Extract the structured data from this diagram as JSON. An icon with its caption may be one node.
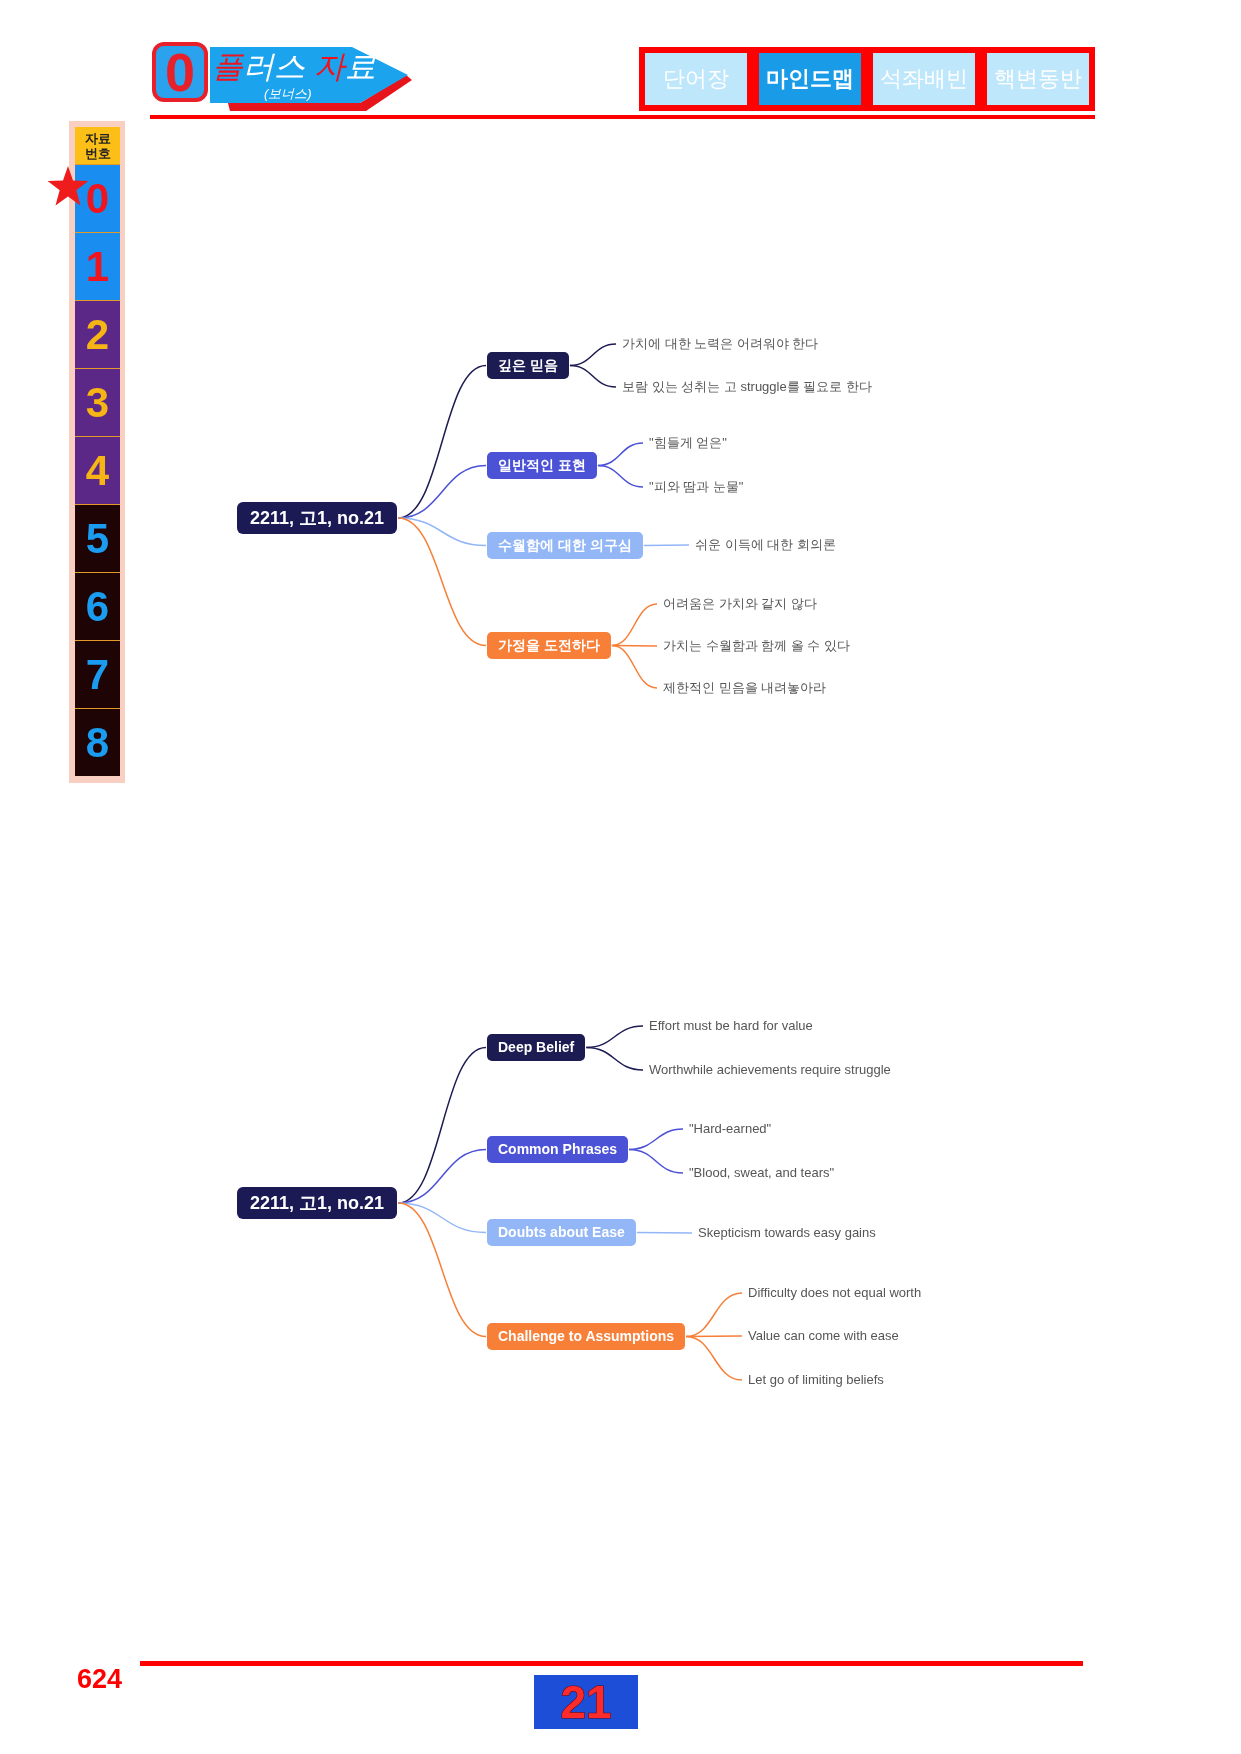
{
  "diagram": {
    "nodes": [
      {
        "text": [
          "0"
        ]
      },
      {
        "text": [
          "플러스 자료",
          "(보너스)"
        ]
      },
      {
        "text": [
          "단어장"
        ]
      },
      {
        "text": [
          "마인드맵"
        ]
      },
      {
        "text": [
          "석좌배빈"
        ]
      },
      {
        "text": [
          "핵변동반"
        ]
      },
      {
        "text": [
          "자료 번호"
        ]
      },
      {
        "text": [
          "0"
        ]
      },
      {
        "text": [
          "1"
        ]
      },
      {
        "text": [
          "2"
        ]
      },
      {
        "text": [
          "3"
        ]
      },
      {
        "text": [
          "4"
        ]
      },
      {
        "text": [
          "5"
        ]
      },
      {
        "text": [
          "6"
        ]
      },
      {
        "text": [
          "7"
        ]
      },
      {
        "text": [
          "8"
        ]
      },
      {
        "text": [
          "2211, 고1, no.21"
        ]
      },
      {
        "text": [
          "깊은 믿음"
        ]
      },
      {
        "text": [
          "가치에 대한 노력은 어려워야 한다"
        ]
      },
      {
        "text": [
          "보람 있는 성취는 고 struggle를 필요로 한다"
        ]
      },
      {
        "text": [
          "일반적인 표현"
        ]
      },
      {
        "text": [
          "\"힘들게 얻은\""
        ]
      },
      {
        "text": [
          "\"피와 땀과 눈물\""
        ]
      },
      {
        "text": [
          "수월함에 대한 의구심"
        ]
      },
      {
        "text": [
          "쉬운 이득에 대한 회의론"
        ]
      },
      {
        "text": [
          "가정을 도전하다"
        ]
      },
      {
        "text": [
          "어려움은 가치와 같지 않다"
        ]
      },
      {
        "text": [
          "가치는 수월함과 함께 올 수 있다"
        ]
      },
      {
        "text": [
          "제한적인 믿음을 내려놓아라"
        ]
      },
      {
        "text": [
          "2211, 고1, no.21"
        ]
      },
      {
        "text": [
          "Deep Belief"
        ]
      },
      {
        "text": [
          "Effort must be hard for value"
        ]
      },
      {
        "text": [
          "Worthwhile achievements require struggle"
        ]
      },
      {
        "text": [
          "Common Phrases"
        ]
      },
      {
        "text": [
          "\"Hard-earned\""
        ]
      },
      {
        "text": [
          "\"Blood, sweat, and tears\""
        ]
      },
      {
        "text": [
          "Doubts about Ease"
        ]
      },
      {
        "text": [
          "Skepticism towards easy gains"
        ]
      },
      {
        "text": [
          "Challenge to Assumptions"
        ]
      },
      {
        "text": [
          "Difficulty does not equal worth"
        ]
      },
      {
        "text": [
          "Value can come with ease"
        ]
      },
      {
        "text": [
          "Let go of limiting beliefs"
        ]
      },
      {
        "text": [
          "21"
        ]
      }
    ],
    "edges": [
      {
        "from": 16,
        "to": 17,
        "arrow": "none",
        "color": "#1c1b52"
      },
      {
        "from": 17,
        "to": 18,
        "arrow": "none",
        "color": "#1c1b52"
      },
      {
        "from": 17,
        "to": 19,
        "arrow": "none",
        "color": "#1c1b52"
      },
      {
        "from": 16,
        "to": 20,
        "arrow": "none",
        "color": "#4b52d6"
      },
      {
        "from": 20,
        "to": 21,
        "arrow": "none",
        "color": "#4b52d6"
      },
      {
        "from": 20,
        "to": 22,
        "arrow": "none",
        "color": "#4b52d6"
      },
      {
        "from": 16,
        "to": 23,
        "arrow": "none",
        "color": "#93b6f6"
      },
      {
        "from": 23,
        "to": 24,
        "arrow": "none",
        "color": "#93b6f6"
      },
      {
        "from": 16,
        "to": 25,
        "arrow": "none",
        "color": "#f77f38"
      },
      {
        "from": 25,
        "to": 26,
        "arrow": "none",
        "color": "#f77f38"
      },
      {
        "from": 25,
        "to": 27,
        "arrow": "none",
        "color": "#f77f38"
      },
      {
        "from": 25,
        "to": 28,
        "arrow": "none",
        "color": "#f77f38"
      },
      {
        "from": 29,
        "to": 30,
        "arrow": "none",
        "color": "#1c1b52"
      },
      {
        "from": 30,
        "to": 31,
        "arrow": "none",
        "color": "#1c1b52"
      },
      {
        "from": 30,
        "to": 32,
        "arrow": "none",
        "color": "#1c1b52"
      },
      {
        "from": 29,
        "to": 33,
        "arrow": "none",
        "color": "#4b52d6"
      },
      {
        "from": 33,
        "to": 34,
        "arrow": "none",
        "color": "#4b52d6"
      },
      {
        "from": 33,
        "to": 35,
        "arrow": "none",
        "color": "#4b52d6"
      },
      {
        "from": 29,
        "to": 36,
        "arrow": "none",
        "color": "#93b6f6"
      },
      {
        "from": 36,
        "to": 37,
        "arrow": "none",
        "color": "#93b6f6"
      },
      {
        "from": 29,
        "to": 38,
        "arrow": "none",
        "color": "#f77f38"
      },
      {
        "from": 38,
        "to": 39,
        "arrow": "none",
        "color": "#f77f38"
      },
      {
        "from": 38,
        "to": 40,
        "arrow": "none",
        "color": "#f77f38"
      },
      {
        "from": 38,
        "to": 41,
        "arrow": "none",
        "color": "#f77f38"
      }
    ],
    "labels": [
      "624"
    ]
  }
}
